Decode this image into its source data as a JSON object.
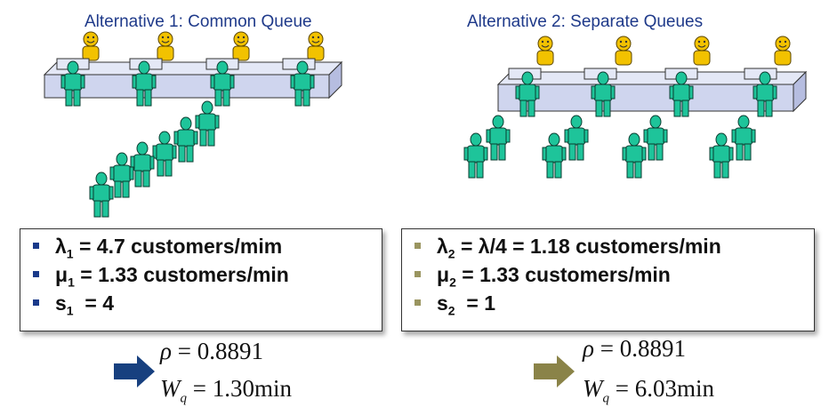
{
  "alt1": {
    "title": "Alternative 1: Common Queue",
    "lines": [
      {
        "sym": "λ",
        "sub": "1",
        "text": " = 4.7 customers/mim"
      },
      {
        "sym": "μ",
        "sub": "1",
        "text": " = 1.33 customers/min"
      },
      {
        "sym": "s",
        "sub": "1",
        "text": "  = 4"
      }
    ],
    "rho": "0.8891",
    "wq": "1.30",
    "unit": "min"
  },
  "alt2": {
    "title": "Alternative 2: Separate Queues",
    "lines": [
      {
        "sym": "λ",
        "sub": "2",
        "text": " = λ/4 = 1.18 customers/min"
      },
      {
        "sym": "μ",
        "sub": "2",
        "text": " = 1.33 customers/min"
      },
      {
        "sym": "s",
        "sub": "2",
        "text": "  = 1"
      }
    ],
    "rho": "0.8891",
    "wq": "6.03",
    "unit": "min"
  },
  "result_labels": {
    "rho_symbol": "ρ",
    "w_symbol": "W",
    "w_sub": "q",
    "eq": " = "
  },
  "colors": {
    "title": "#1f3a8a",
    "counter": "#cfd5ee",
    "customer": "#1ec49a",
    "server": "#f2c200",
    "arrow1": "#17407f",
    "arrow2": "#8a8348"
  }
}
